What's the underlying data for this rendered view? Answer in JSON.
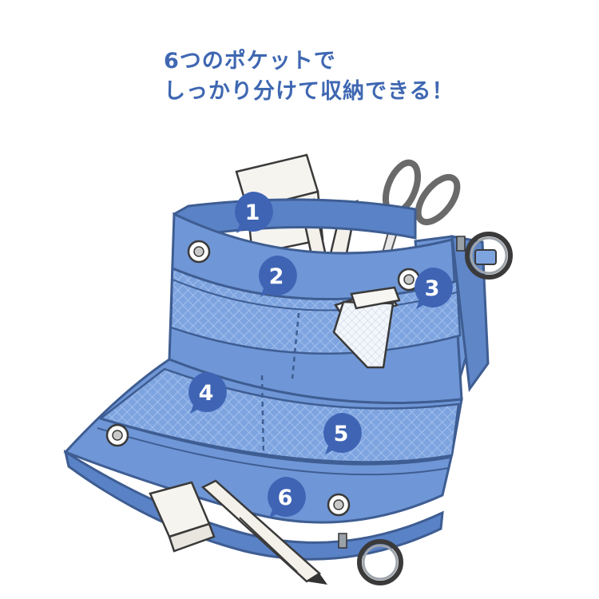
{
  "headline": {
    "line1": "6つのポケットで",
    "line2": "しっかり分けて収納できる！"
  },
  "pockets": [
    {
      "number": "1"
    },
    {
      "number": "2"
    },
    {
      "number": "3"
    },
    {
      "number": "4"
    },
    {
      "number": "5"
    },
    {
      "number": "6"
    }
  ],
  "colors": {
    "headline": "#3f67b2",
    "case_fabric": "#6f96d6",
    "case_dark": "#3e5d92",
    "badge": "#3f64b4"
  }
}
